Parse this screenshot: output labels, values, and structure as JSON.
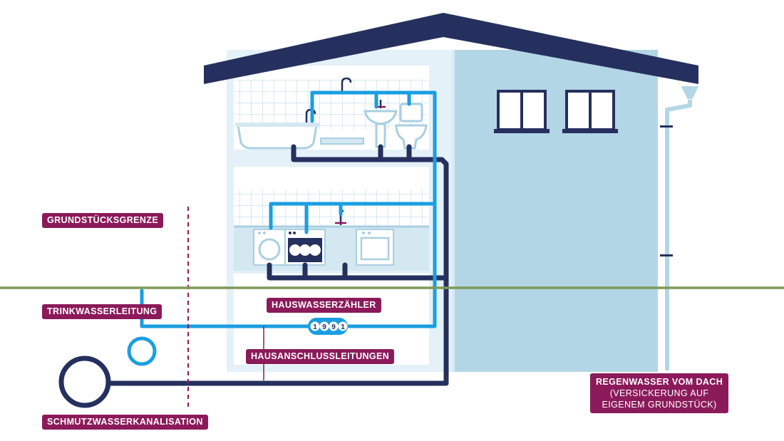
{
  "labels": {
    "property_boundary": "GRUNDSTÜCKSGRENZE",
    "drinking_water_line": "TRINKWASSERLEITUNG",
    "house_water_meter": "HAUSWASSERZÄHLER",
    "house_connection_lines": "HAUSANSCHLUSSLEITUNGEN",
    "sewer": "SCHMUTZWASSERKANALISATION",
    "rainwater": {
      "line1": "REGENWASSER VOM DACH",
      "line2": "(VERSICKERUNG AUF",
      "line3": "EIGENEM GRUNDSTÜCK)"
    }
  },
  "meter_display": "1991",
  "colors": {
    "roof": "#26305e",
    "house_wall": "#b3d6e6",
    "interior_frame": "#e4f1f8",
    "fresh_water_pipe": "#1a9ee0",
    "waste_water_pipe": "#26305e",
    "ground_line": "#7e9a5a",
    "label_background": "#8b1a5a",
    "boundary_line": "#8b1a5a"
  }
}
